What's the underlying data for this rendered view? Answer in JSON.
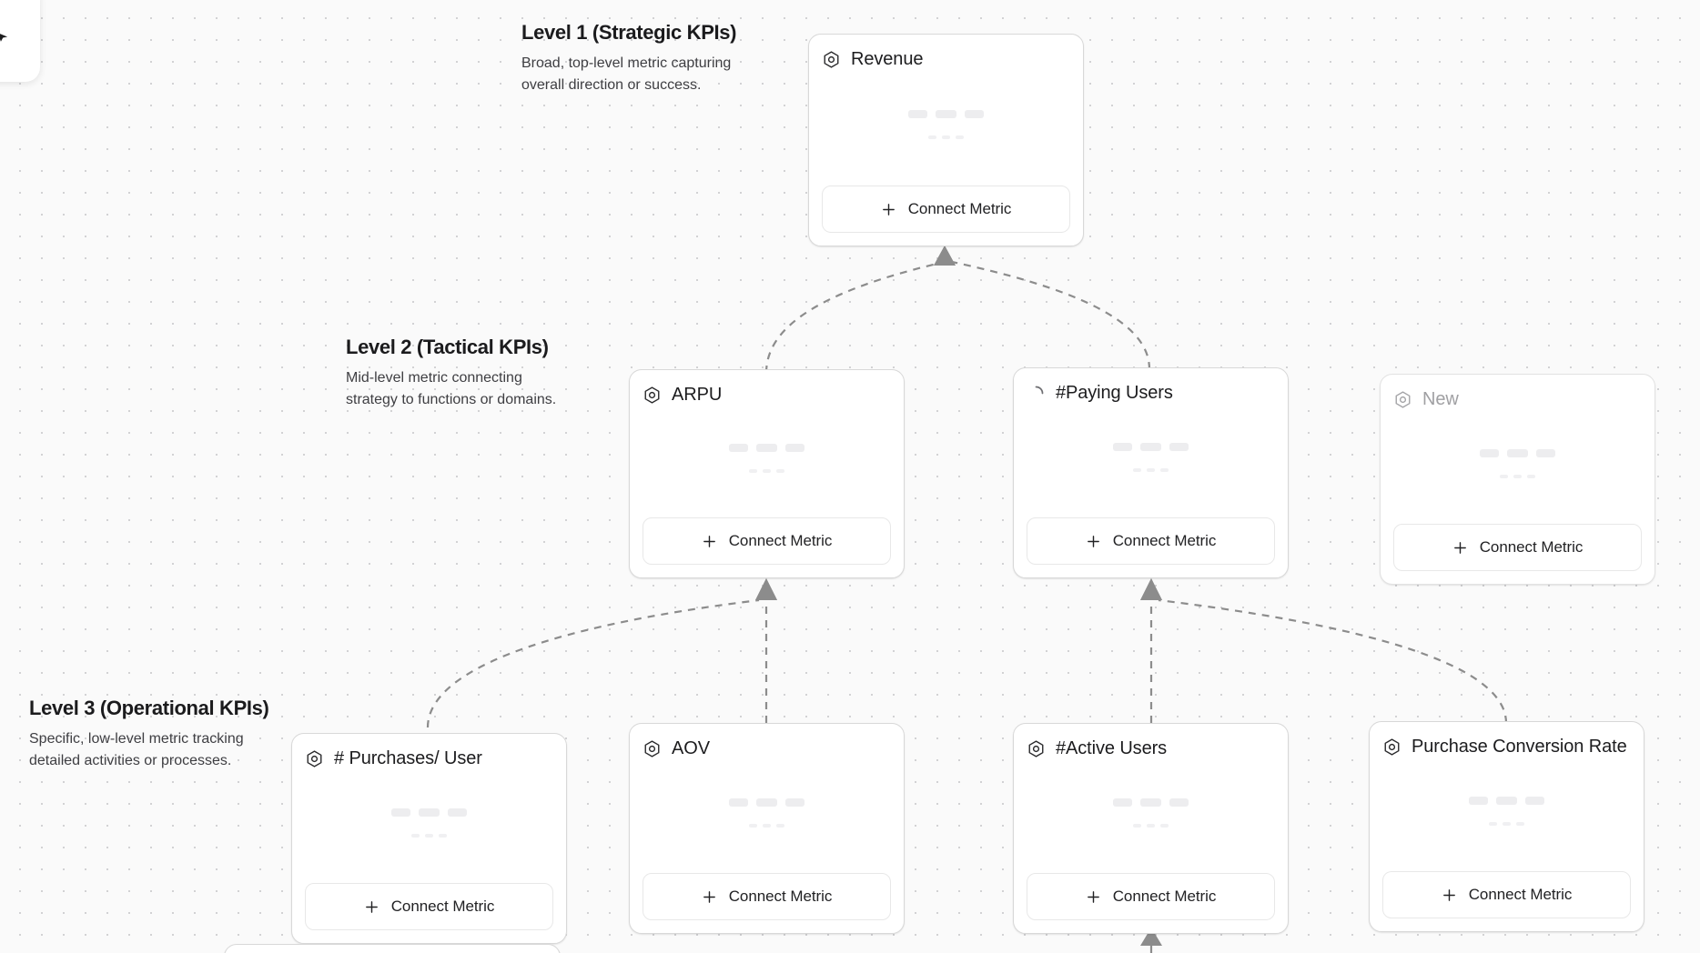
{
  "app": {
    "canvas_name": "kpi-tree-canvas",
    "background_color": "#fafafa",
    "dot_color": "#d2d2d4",
    "edge_color": "#8c8c8c",
    "card_border_color": "#d8d8d8",
    "title_color": "#1c1c1e",
    "muted_text_color": "#a0a0a3"
  },
  "levels": [
    {
      "id": "level-1",
      "title": "Level 1 (Strategic KPIs)",
      "description": "Broad, top-level metric capturing\noverall direction or success."
    },
    {
      "id": "level-2",
      "title": "Level 2 (Tactical KPIs)",
      "description": "Mid-level metric connecting\nstrategy to functions or domains."
    },
    {
      "id": "level-3",
      "title": "Level 3 (Operational KPIs)",
      "description": "Specific, low-level metric tracking\ndetailed activities or processes."
    }
  ],
  "connect_button": {
    "label": "Connect Metric",
    "icon": "plus-icon"
  },
  "cards": [
    {
      "id": "revenue",
      "title": "Revenue",
      "level": 1,
      "icon": "hexagon-metric-icon",
      "state": "normal",
      "connect_label": "Connect Metric"
    },
    {
      "id": "arpu",
      "title": "ARPU",
      "level": 2,
      "icon": "hexagon-metric-icon",
      "state": "normal",
      "connect_label": "Connect Metric"
    },
    {
      "id": "paying-users",
      "title": "#Paying Users",
      "level": 2,
      "icon": "spinner-loading-icon",
      "state": "loading",
      "connect_label": "Connect Metric"
    },
    {
      "id": "new",
      "title": "New",
      "level": 2,
      "icon": "hexagon-metric-icon",
      "state": "muted",
      "connect_label": "Connect Metric"
    },
    {
      "id": "purchases-per-user",
      "title": "# Purchases/ User",
      "level": 3,
      "icon": "hexagon-metric-icon",
      "state": "normal",
      "connect_label": "Connect Metric"
    },
    {
      "id": "aov",
      "title": "AOV",
      "level": 3,
      "icon": "hexagon-metric-icon",
      "state": "normal",
      "connect_label": "Connect Metric"
    },
    {
      "id": "active-users",
      "title": "#Active Users",
      "level": 3,
      "icon": "hexagon-metric-icon",
      "state": "normal",
      "connect_label": "Connect Metric"
    },
    {
      "id": "purchase-conversion-rate",
      "title": "Purchase Conversion Rate",
      "level": 3,
      "icon": "hexagon-metric-icon",
      "state": "normal",
      "connect_label": "Connect Metric"
    }
  ],
  "edges": [
    {
      "from": "arpu",
      "to": "revenue"
    },
    {
      "from": "paying-users",
      "to": "revenue"
    },
    {
      "from": "purchases-per-user",
      "to": "arpu"
    },
    {
      "from": "aov",
      "to": "arpu"
    },
    {
      "from": "active-users",
      "to": "paying-users"
    },
    {
      "from": "purchase-conversion-rate",
      "to": "paying-users"
    }
  ]
}
